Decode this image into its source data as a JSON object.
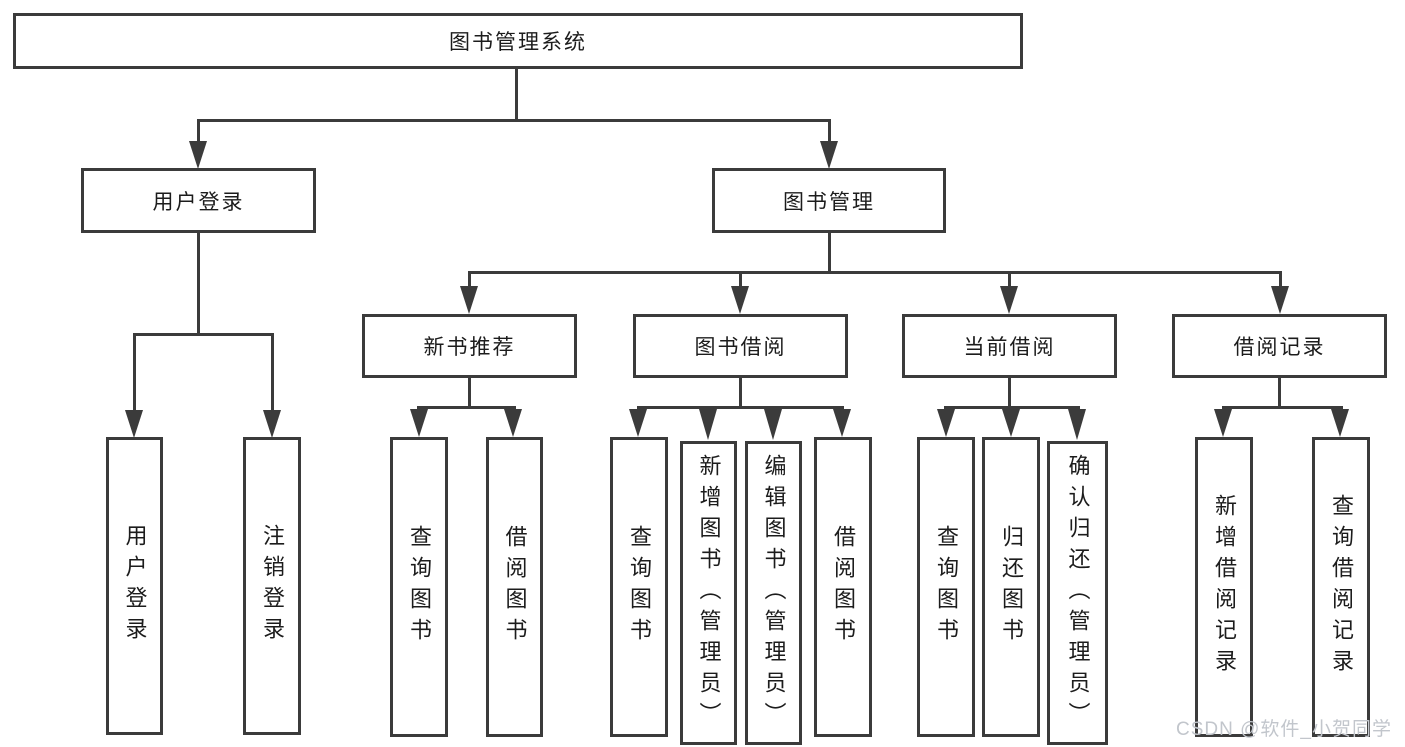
{
  "tree": {
    "label": "图书管理系统",
    "children": [
      {
        "label": "用户登录",
        "children": [
          {
            "label": "用户登录"
          },
          {
            "label": "注销登录"
          }
        ]
      },
      {
        "label": "图书管理",
        "children": [
          {
            "label": "新书推荐",
            "children": [
              {
                "label": "查询图书"
              },
              {
                "label": "借阅图书"
              }
            ]
          },
          {
            "label": "图书借阅",
            "children": [
              {
                "label": "查询图书"
              },
              {
                "label": "新增图书（管理员）"
              },
              {
                "label": "编辑图书（管理员）"
              },
              {
                "label": "借阅图书"
              }
            ]
          },
          {
            "label": "当前借阅",
            "children": [
              {
                "label": "查询图书"
              },
              {
                "label": "归还图书"
              },
              {
                "label": "确认归还（管理员）"
              }
            ]
          },
          {
            "label": "借阅记录",
            "children": [
              {
                "label": "新增借阅记录"
              },
              {
                "label": "查询借阅记录"
              }
            ]
          }
        ]
      }
    ]
  },
  "watermark": "CSDN @软件_小贺同学",
  "colors": {
    "line": "#3b3b3b",
    "text": "#1c1c1c",
    "watermark": "#c2c6cc",
    "background": "#ffffff"
  }
}
